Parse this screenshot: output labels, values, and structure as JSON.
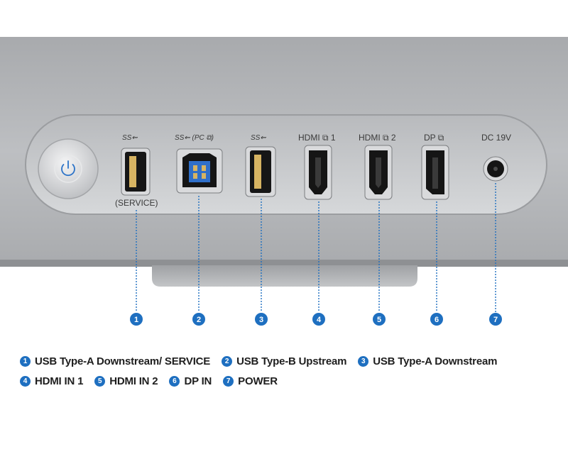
{
  "colors": {
    "accent": "#1e6fc0",
    "panel": "#b9bbbe",
    "port_recess": "#cdcfd2",
    "port_body": "#151515",
    "usb_b_blue": "#2f6fc9"
  },
  "ports": [
    {
      "id": "usb-service",
      "top_label": "SS⇜",
      "bottom_label": "(SERVICE)",
      "callout": "1",
      "icon": "usb-a-port-icon"
    },
    {
      "id": "usb-b",
      "top_label": "SS⇜ (PC ⧉)",
      "callout": "2",
      "icon": "usb-b-port-icon"
    },
    {
      "id": "usb-a",
      "top_label": "SS⇜",
      "callout": "3",
      "icon": "usb-a-port-icon"
    },
    {
      "id": "hdmi-1",
      "top_label": "HDMI ⧉ 1",
      "callout": "4",
      "icon": "hdmi-port-icon"
    },
    {
      "id": "hdmi-2",
      "top_label": "HDMI ⧉ 2",
      "callout": "5",
      "icon": "hdmi-port-icon"
    },
    {
      "id": "dp",
      "top_label": "DP ⧉",
      "callout": "6",
      "icon": "displayport-port-icon"
    },
    {
      "id": "dc",
      "top_label": "DC 19V",
      "callout": "7",
      "icon": "dc-power-jack-icon"
    }
  ],
  "power_button_icon": "power-icon",
  "legend": [
    {
      "num": "1",
      "text": "USB Type-A Downstream/ SERVICE"
    },
    {
      "num": "2",
      "text": "USB Type-B Upstream"
    },
    {
      "num": "3",
      "text": "USB Type-A Downstream"
    },
    {
      "num": "4",
      "text": "HDMI IN 1"
    },
    {
      "num": "5",
      "text": "HDMI IN 2"
    },
    {
      "num": "6",
      "text": "DP IN"
    },
    {
      "num": "7",
      "text": "POWER"
    }
  ]
}
